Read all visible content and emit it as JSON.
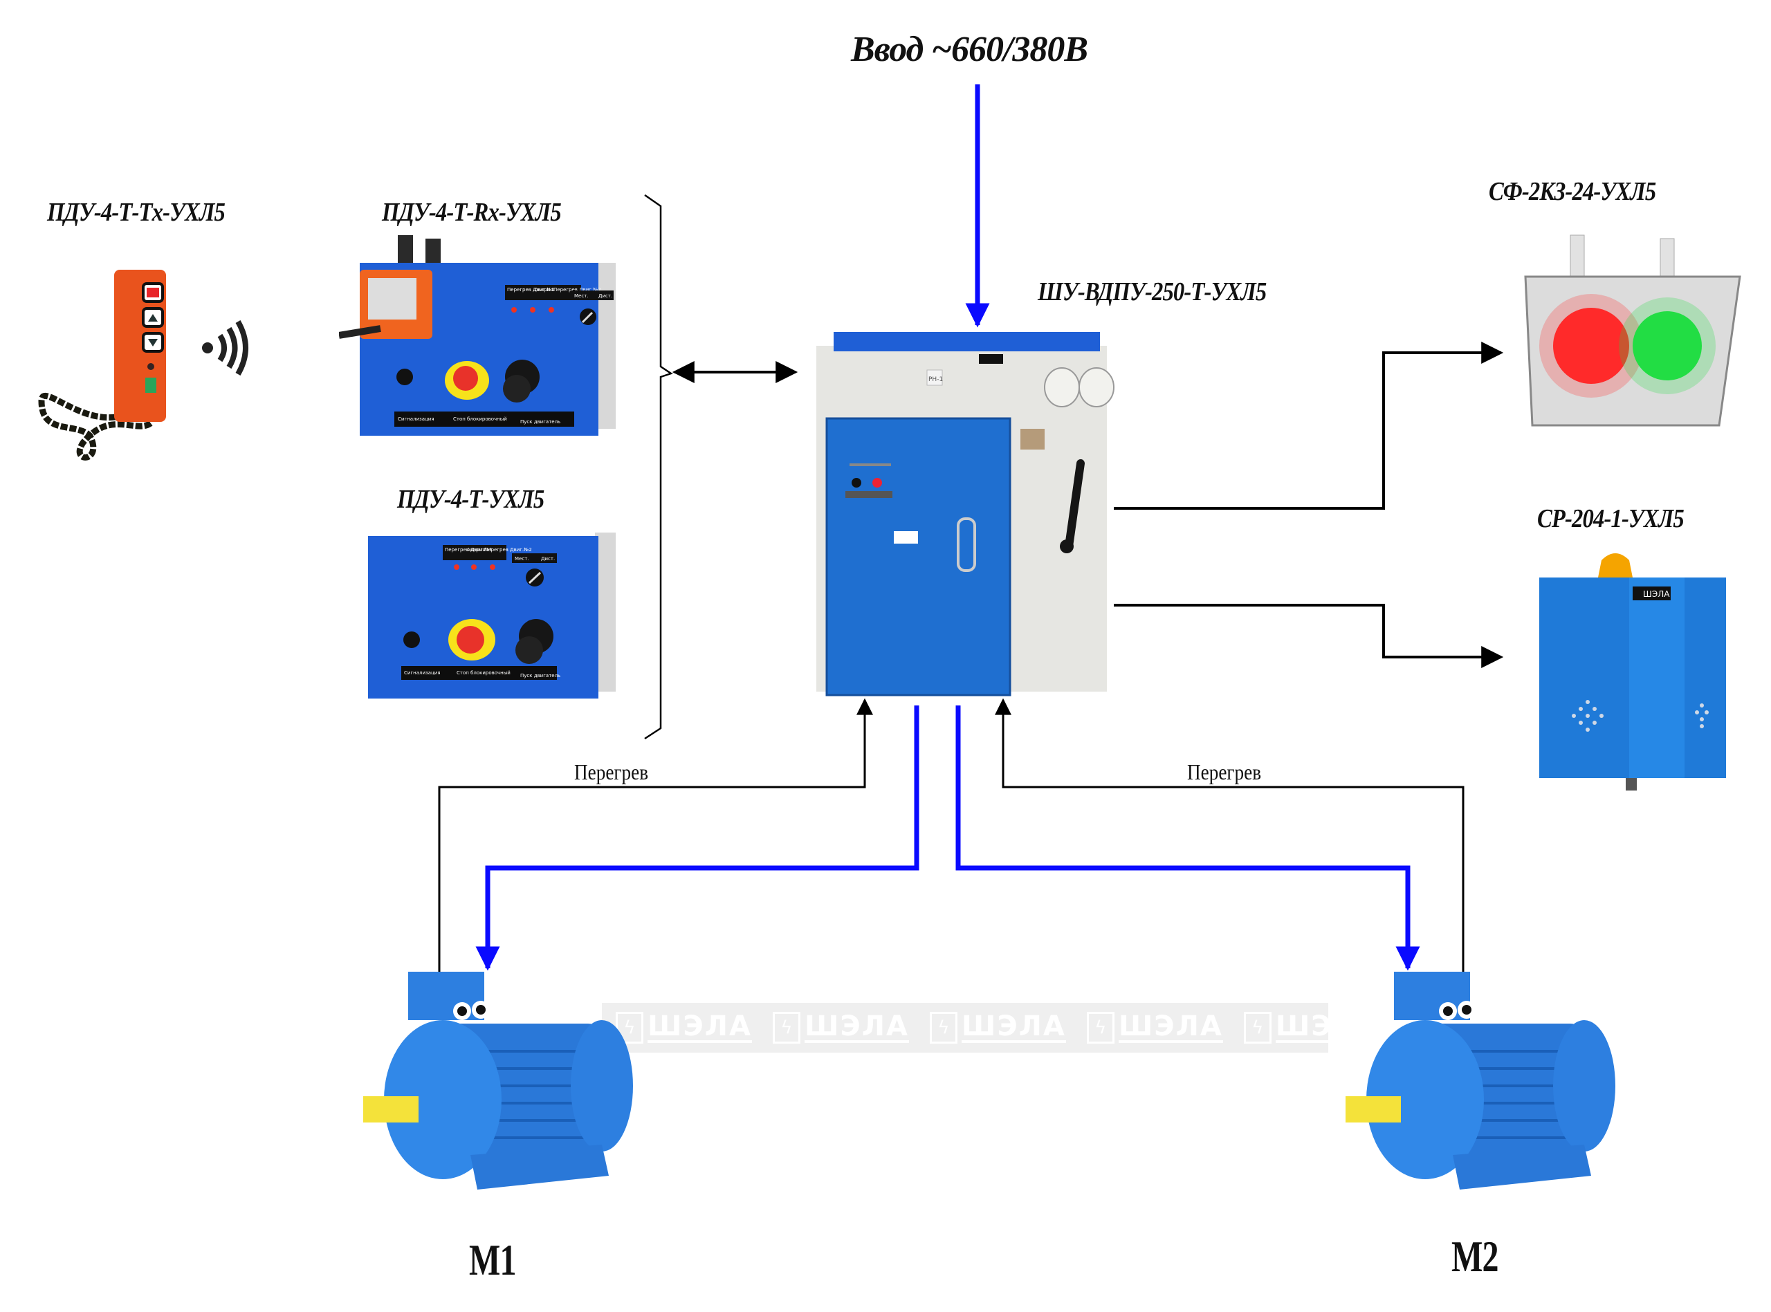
{
  "diagram": {
    "input_label": "Ввод ~660/380В",
    "devices": {
      "remote_tx": {
        "label": "ПДУ-4-Т-Tx-УХЛ5",
        "buttons": [
          "STOP",
          "▲",
          "▼"
        ]
      },
      "remote_rx_panel": {
        "label": "ПДУ-4-Т-Rx-УХЛ5",
        "indicators_plate": [
          "Перегрев Двиг.№1",
          "Авария",
          "Перегрев Двиг.№2"
        ],
        "mode_plate": [
          "Мест.",
          "Дист."
        ],
        "bottom_plate": [
          "Сигнализация",
          "Стоп блокировочный",
          "Пуск двигатель"
        ]
      },
      "local_panel": {
        "label": "ПДУ-4-Т-УХЛ5",
        "indicators_plate": [
          "Перегрев Двиг.№1",
          "Авария",
          "Перегрев Двиг.№2"
        ],
        "mode_plate": [
          "Мест.",
          "Дист."
        ],
        "bottom_plate": [
          "Сигнализация",
          "Стоп блокировочный",
          "Пуск двигатель"
        ]
      },
      "main_cabinet": {
        "label": "ШУ-ВДПУ-250-Т-УХЛ5",
        "plate": "РН-1"
      },
      "traffic_light": {
        "label": "СФ-2КЗ-24-УХЛ5",
        "lamps": [
          "red",
          "green"
        ]
      },
      "siren": {
        "label": "СР-204-1-УХЛ5",
        "brand": "ШЭЛА"
      },
      "motor1": {
        "label": "М1"
      },
      "motor2": {
        "label": "М2"
      }
    },
    "connections": {
      "overheat_left": "Перегрев",
      "overheat_right": "Перегрев"
    },
    "watermark": {
      "text": "ШЭЛА",
      "repeat": 5
    },
    "colors": {
      "power_line": "#0a0aff",
      "control_line": "#000000",
      "enclosure_blue": "#1f6fd0",
      "enclosure_grey": "#e6e6e2",
      "remote_orange": "#e9531d",
      "lamp_red": "#ff2a2a",
      "lamp_green": "#22dd44",
      "beacon_amber": "#f5a400",
      "motor_blue": "#2d7fe0",
      "shaft_yellow": "#f4e23a"
    }
  }
}
